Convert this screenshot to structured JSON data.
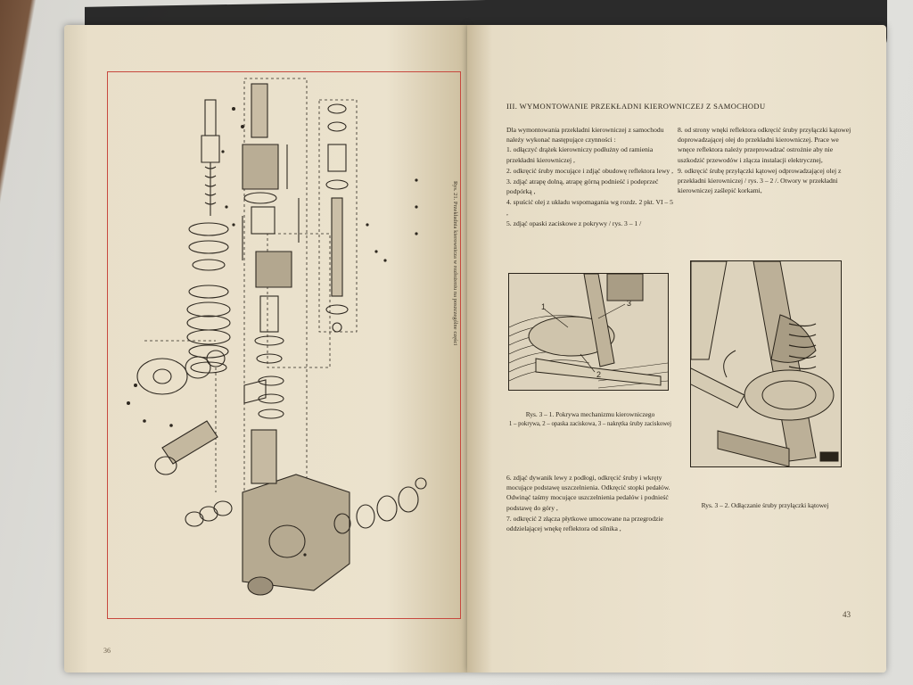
{
  "left_page": {
    "figure_caption": "Rys. 21. Przekładnia kierownicza w rozłożeniu na poszczególne części",
    "page_number": "36"
  },
  "right_page": {
    "heading": "III. WYMONTOWANIE PRZEKŁADNI KIEROWNICZEJ Z SAMOCHODU",
    "intro": "Dla wymontowania przekładni kierowniczej z samochodu należy wykonać następujące czynności :",
    "steps_left": [
      "1. odłączyć drążek kierowniczy podłużny od ramienia przekładni kierowniczej ,",
      "2. odkręcić śruby mocujące i zdjąć obudowę reflektora lewy ,",
      "3. zdjąć atrapę dolną, atrapę górną podnieść i podeprzeć podpórką ,",
      "4. spuścić olej z układu wspomagania wg rozdz. 2 pkt. VI – 5 ,",
      "5. zdjąć opaski zaciskowe z pokrywy / rys. 3 – 1 /"
    ],
    "steps_right": [
      "8. od strony wnęki reflektora odkręcić śruby przyłączki kątowej doprowadzającej olej do przekładni kierowniczej. Prace we wnęce reflektora należy przeprowadzać ostrożnie aby nie uszkodzić przewodów i złącza instalacji elektrycznej,",
      "9. odkręcić śrubę przyłączki kątowej odprowadzającej olej z przekładni kierowniczej / rys. 3 – 2 /. Otwory w przekładni kierowniczej zaślepić korkami,"
    ],
    "fig1": {
      "labels": [
        "1",
        "3",
        "2"
      ],
      "caption": "Rys. 3 – 1. Pokrywa mechanizmu kierowniczego",
      "legend": "1 – pokrywa, 2 – opaska zaciskowa, 3 – nakrętka śruby zaciskowej"
    },
    "fig2": {
      "caption": "Rys. 3 – 2. Odłączanie śruby przyłączki kątowej"
    },
    "steps_lower": [
      "6. zdjąć dywanik lewy z podłogi, odkręcić śruby i wkręty mocujące podstawę uszczelnienia. Odkręcić stopki pedałów. Odwinąć taśmy mocujące uszczelnienia pedałów i podnieść podstawę do góry ,",
      "7. odkręcić 2 złącza płytkowe umocowane na przegrodzie oddzielającej wnękę reflektora od silnika ,"
    ],
    "page_number": "43"
  }
}
